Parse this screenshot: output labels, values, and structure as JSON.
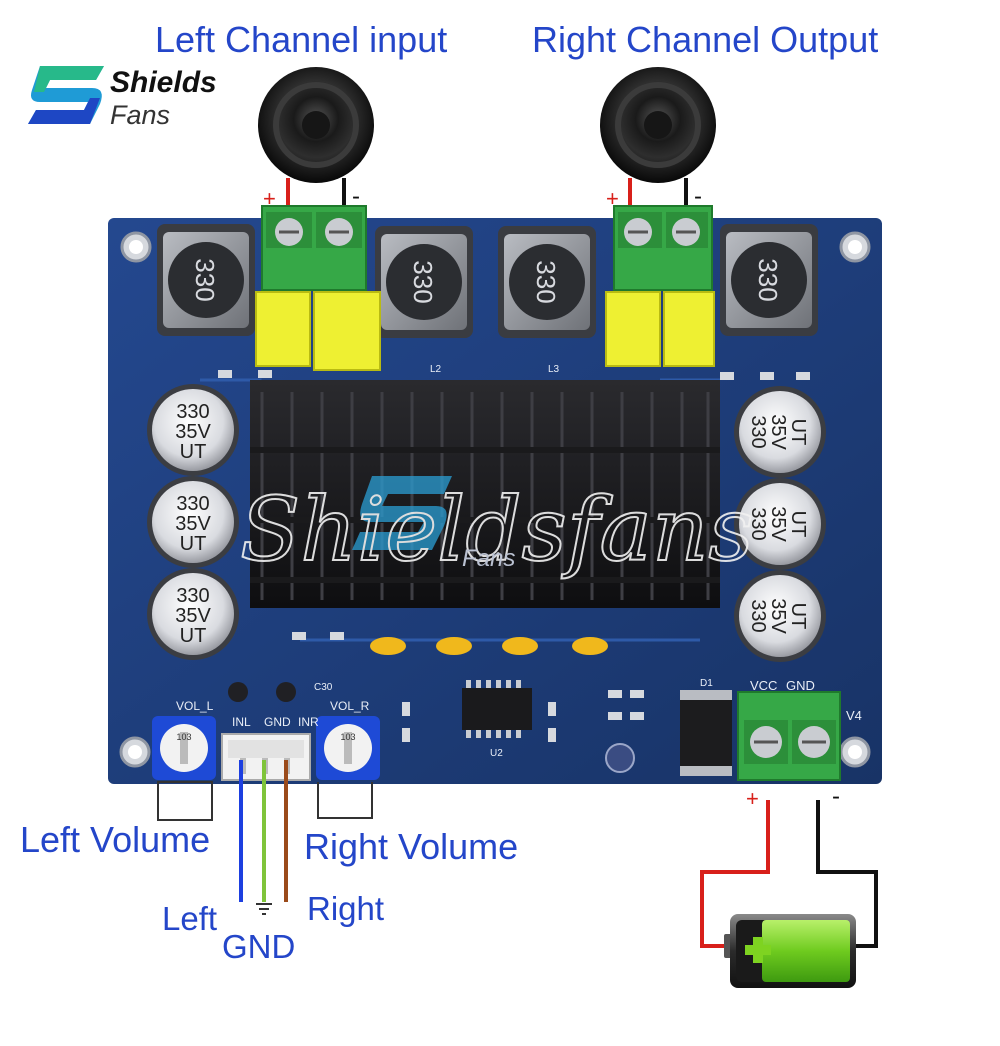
{
  "brand": {
    "name": "Shields",
    "sub": "Fans",
    "watermark": "Shieldsfans"
  },
  "labels": {
    "left_channel": "Left Channel input",
    "right_channel": "Right Channel Output",
    "left_volume": "Left Volume",
    "right_volume": "Right Volume",
    "left": "Left",
    "gnd": "GND",
    "right": "Right"
  },
  "polarity": {
    "plus": "+",
    "minus": "-"
  },
  "board": {
    "inductor_text": "330",
    "capacitor_lines": [
      "330",
      "35V",
      "UT"
    ],
    "silkscreen": {
      "vol_l": "VOL_L",
      "vol_r": "VOL_R",
      "inl": "INL",
      "gnd": "GND",
      "inr": "INR",
      "vcc": "VCC",
      "gnd2": "GND",
      "v4": "V4",
      "l2": "L2",
      "l3": "L3",
      "u2": "U2",
      "d1": "D1",
      "c30": "C30",
      "pot": "103"
    }
  },
  "colors": {
    "label_blue": "#2446c9",
    "pcb": "#1d3c7c",
    "terminal_green": "#36a847",
    "film_cap_yellow": "#eef032",
    "wire_red": "#d8201a",
    "wire_blue": "#1d3fe0",
    "wire_green": "#7fc43a",
    "wire_brown": "#9a4a1a",
    "battery_green": "#7ed321"
  }
}
